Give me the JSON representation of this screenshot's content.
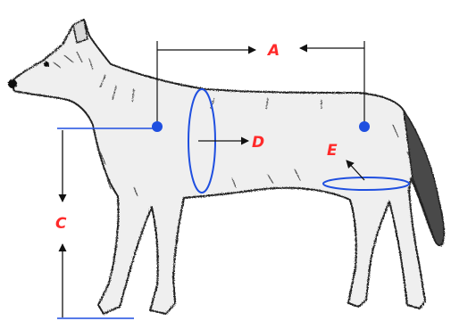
{
  "colors": {
    "label": "#ff2a2a",
    "marker": "#1f4fe0",
    "arrow": "#111111",
    "sketch": "#222222"
  },
  "labels": {
    "a": "A",
    "c": "C",
    "d": "D",
    "e": "E"
  },
  "subject": {
    "icon": "dog-sketch-icon"
  }
}
